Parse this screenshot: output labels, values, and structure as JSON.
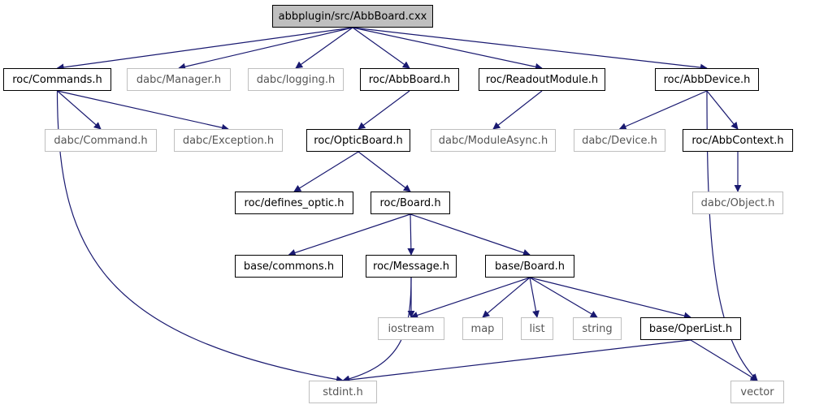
{
  "diagram": {
    "edge_color": "#191970",
    "root_fill": "#bfbfbf",
    "missing_border": "#bfbfbf",
    "nodes": {
      "root": "abbplugin/src/AbbBoard.cxx",
      "roc_commands": "roc/Commands.h",
      "dabc_manager": "dabc/Manager.h",
      "dabc_logging": "dabc/logging.h",
      "roc_abbboard": "roc/AbbBoard.h",
      "roc_readoutmodule": "roc/ReadoutModule.h",
      "roc_abbdevice": "roc/AbbDevice.h",
      "dabc_command": "dabc/Command.h",
      "dabc_exception": "dabc/Exception.h",
      "roc_opticboard": "roc/OpticBoard.h",
      "dabc_moduleasync": "dabc/ModuleAsync.h",
      "dabc_device": "dabc/Device.h",
      "roc_abbcontext": "roc/AbbContext.h",
      "roc_defines_optic": "roc/defines_optic.h",
      "roc_board": "roc/Board.h",
      "dabc_object": "dabc/Object.h",
      "base_commons": "base/commons.h",
      "roc_message": "roc/Message.h",
      "base_board": "base/Board.h",
      "iostream": "iostream",
      "map": "map",
      "list": "list",
      "string": "string",
      "base_operlist": "base/OperList.h",
      "stdint": "stdint.h",
      "vector": "vector"
    },
    "edges": [
      [
        "root",
        "roc_commands"
      ],
      [
        "root",
        "dabc_manager"
      ],
      [
        "root",
        "dabc_logging"
      ],
      [
        "root",
        "roc_abbboard"
      ],
      [
        "root",
        "roc_readoutmodule"
      ],
      [
        "root",
        "roc_abbdevice"
      ],
      [
        "roc_commands",
        "dabc_command"
      ],
      [
        "roc_commands",
        "dabc_exception"
      ],
      [
        "roc_commands",
        "stdint"
      ],
      [
        "roc_abbboard",
        "roc_opticboard"
      ],
      [
        "roc_readoutmodule",
        "dabc_moduleasync"
      ],
      [
        "roc_abbdevice",
        "dabc_device"
      ],
      [
        "roc_abbdevice",
        "roc_abbcontext"
      ],
      [
        "roc_abbdevice",
        "vector"
      ],
      [
        "roc_abbcontext",
        "dabc_object"
      ],
      [
        "roc_opticboard",
        "roc_defines_optic"
      ],
      [
        "roc_opticboard",
        "roc_board"
      ],
      [
        "roc_board",
        "base_commons"
      ],
      [
        "roc_board",
        "roc_message"
      ],
      [
        "roc_board",
        "base_board"
      ],
      [
        "roc_message",
        "iostream"
      ],
      [
        "roc_message",
        "stdint"
      ],
      [
        "base_board",
        "iostream"
      ],
      [
        "base_board",
        "map"
      ],
      [
        "base_board",
        "list"
      ],
      [
        "base_board",
        "string"
      ],
      [
        "base_board",
        "base_operlist"
      ],
      [
        "base_operlist",
        "stdint"
      ],
      [
        "base_operlist",
        "vector"
      ]
    ]
  }
}
